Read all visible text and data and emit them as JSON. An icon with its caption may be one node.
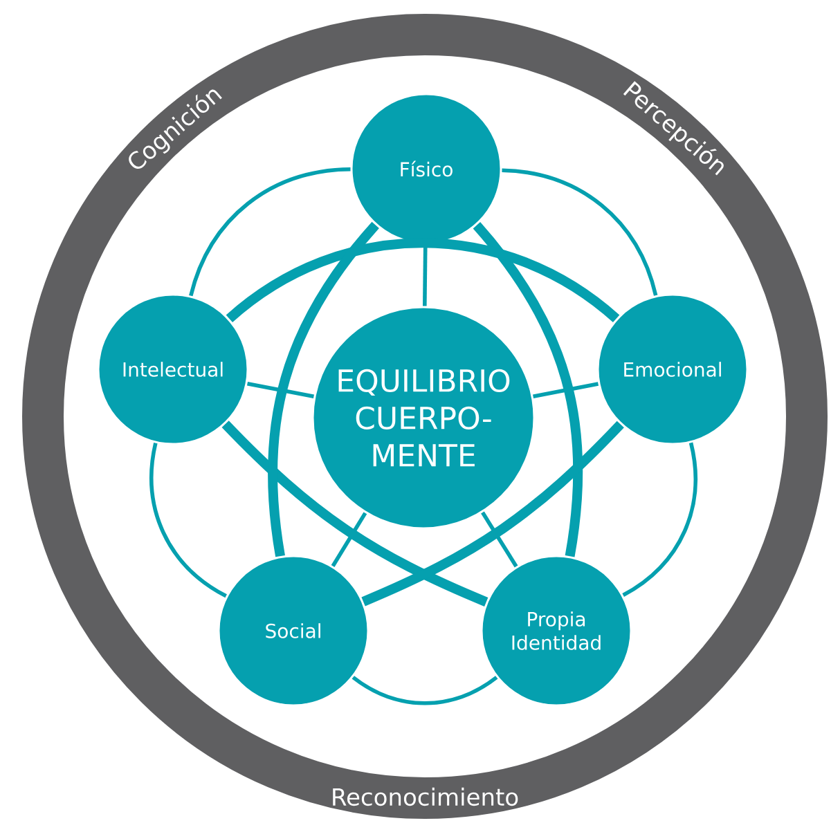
{
  "diagram": {
    "nodes": [
      {
        "text": [
          "Físico"
        ]
      },
      {
        "text": [
          "Intelectual"
        ]
      },
      {
        "text": [
          "EQUILIBRIO CUERPO- MENTE"
        ]
      },
      {
        "text": [
          "Emocional"
        ]
      },
      {
        "text": [
          "Social"
        ]
      },
      {
        "text": [
          "Propia Identidad"
        ]
      }
    ],
    "edges": [
      {
        "from": 2,
        "to": 0,
        "arrow": "none"
      },
      {
        "from": 2,
        "to": 1,
        "arrow": "none"
      },
      {
        "from": 2,
        "to": 3,
        "arrow": "none"
      },
      {
        "from": 2,
        "to": 4,
        "arrow": "none"
      },
      {
        "from": 2,
        "to": 5,
        "arrow": "none"
      },
      {
        "from": 0,
        "to": 3,
        "arrow": "none"
      },
      {
        "from": 3,
        "to": 5,
        "arrow": "none"
      },
      {
        "from": 5,
        "to": 4,
        "arrow": "none"
      },
      {
        "from": 4,
        "to": 1,
        "arrow": "none"
      },
      {
        "from": 1,
        "to": 0,
        "arrow": "none"
      },
      {
        "from": 0,
        "to": 5,
        "arrow": "none",
        "style": "thick"
      },
      {
        "from": 5,
        "to": 1,
        "arrow": "none",
        "style": "thick"
      },
      {
        "from": 1,
        "to": 3,
        "arrow": "none",
        "style": "thick"
      },
      {
        "from": 3,
        "to": 4,
        "arrow": "none",
        "style": "thick"
      },
      {
        "from": 4,
        "to": 0,
        "arrow": "none",
        "style": "thick"
      }
    ],
    "labels": [
      "Cognición",
      "Percepción",
      "Reconocimiento"
    ]
  }
}
